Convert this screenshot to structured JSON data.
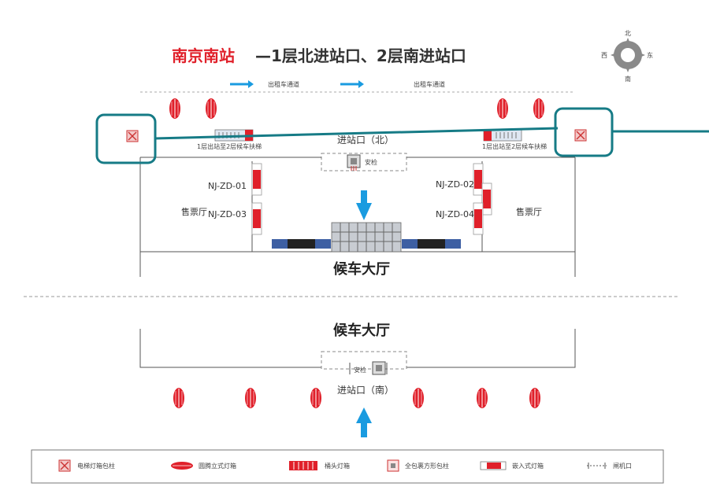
{
  "title": {
    "station": "南京南站",
    "rest": "—1层北进站口、2层南进站口"
  },
  "compass": {
    "n": "北",
    "s": "南",
    "e": "东",
    "w": "西"
  },
  "taxi_lanes": [
    "出租车通道",
    "出租车通道"
  ],
  "escalator_labels": [
    "1层出站至2层候车扶梯",
    "1层出站至2层候车扶梯"
  ],
  "floor1": {
    "entrance": "进站口（北）",
    "security": "安检",
    "ticket_left": "售票厅",
    "ticket_right": "售票厅",
    "sites": [
      "NJ-ZD-01",
      "NJ-ZD-03",
      "NJ-ZD-02",
      "NJ-ZD-04"
    ],
    "hall": "候车大厅"
  },
  "floor2": {
    "hall": "候车大厅",
    "security": "安检",
    "entrance": "进站口（南）"
  },
  "legend": [
    "电梯灯箱包柱",
    "圆腾立式灯箱",
    "桶头灯箱",
    "全包裹方形包柱",
    "嵌入式灯箱",
    "闸机口"
  ],
  "colors": {
    "brand_red": "#e0202a",
    "arrow_blue": "#1a9be0",
    "highlight": "#167b86"
  }
}
